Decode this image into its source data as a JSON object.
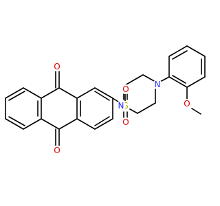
{
  "molecule": {
    "atoms": [
      {
        "symbol": "O",
        "color": "#e00000"
      },
      {
        "symbol": "O",
        "color": "#e00000"
      },
      {
        "symbol": "S",
        "color": "#b8b400"
      },
      {
        "symbol": "O",
        "color": "#e00000"
      },
      {
        "symbol": "O",
        "color": "#e00000"
      },
      {
        "symbol": "N",
        "color": "#2b2bff"
      },
      {
        "symbol": "N",
        "color": "#2b2bff"
      },
      {
        "symbol": "O",
        "color": "#e00000"
      }
    ]
  }
}
